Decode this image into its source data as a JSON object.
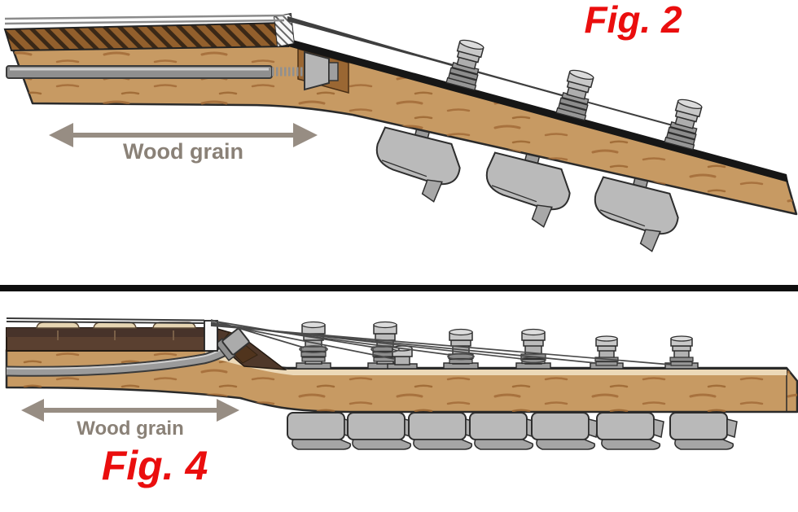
{
  "figures": [
    {
      "label": "Fig. 2",
      "caption": "Wood grain",
      "headstock_type": "angled tilted-back headstock, side cross-section",
      "tuners_visible": 3
    },
    {
      "label": "Fig. 4",
      "caption": "Wood grain",
      "headstock_type": "flat straight headstock, side cross-section",
      "tuners_visible": 7
    }
  ],
  "colors": {
    "figure_label": "#ea0e0e",
    "caption_text": "#8a8177",
    "grain_arrow": "#978d83",
    "neck_wood": "#c79a63",
    "grain_marks": "#a26b38",
    "fretboard_fig2": "#925f2c",
    "fretboard_fig4": "#5a4030",
    "headstock_veneer_fig2": "#161616",
    "headstock_face_fig4": "#ecd9b8",
    "metal_parts": "#b2b2b2",
    "strings": "#4a4a4a",
    "divider": "#0f0f0f",
    "background": "#ffffff"
  }
}
